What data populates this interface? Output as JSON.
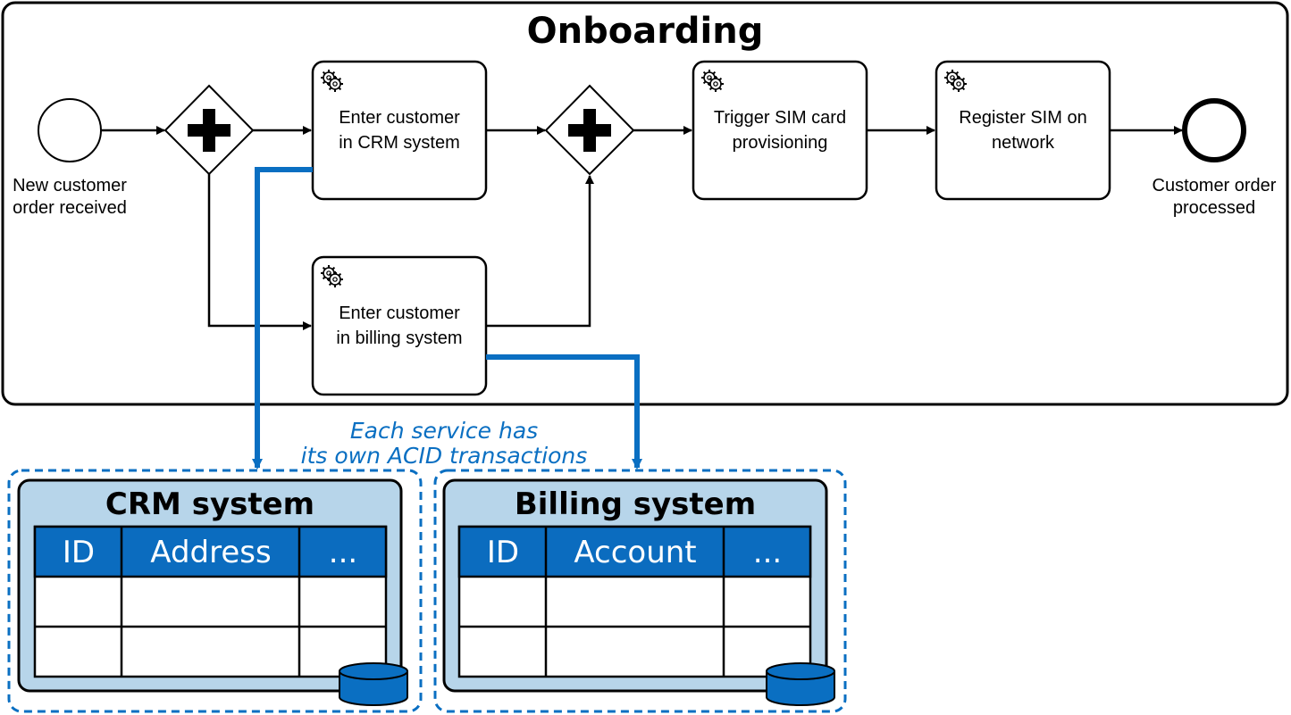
{
  "pool": {
    "title": "Onboarding"
  },
  "start_event": {
    "label_line1": "New customer",
    "label_line2": "order received"
  },
  "end_event": {
    "label_line1": "Customer order",
    "label_line2": "processed"
  },
  "tasks": [
    {
      "id": "crm",
      "line1": "Enter customer",
      "line2": "in CRM system",
      "icon": "gears-icon"
    },
    {
      "id": "billing",
      "line1": "Enter customer",
      "line2": "in billing system",
      "icon": "gears-icon"
    },
    {
      "id": "sim",
      "line1": "Trigger SIM card",
      "line2": "provisioning",
      "icon": "gears-icon"
    },
    {
      "id": "register",
      "line1": "Register SIM on",
      "line2": "network",
      "icon": "gears-icon"
    }
  ],
  "gateways": [
    {
      "id": "split",
      "type": "parallel",
      "icon": "plus-icon"
    },
    {
      "id": "join",
      "type": "parallel",
      "icon": "plus-icon"
    }
  ],
  "note": {
    "line1": "Each service has",
    "line2": "its own ACID transactions"
  },
  "databases": [
    {
      "id": "crm-db",
      "title": "CRM system",
      "columns": [
        "ID",
        "Address",
        "..."
      ],
      "rows": 2
    },
    {
      "id": "billing-db",
      "title": "Billing system",
      "columns": [
        "ID",
        "Account",
        "..."
      ],
      "rows": 2
    }
  ],
  "colors": {
    "accent_blue": "#0a6fc2",
    "header_blue": "#0b6cbf",
    "db_fill": "#b7d5ea"
  }
}
